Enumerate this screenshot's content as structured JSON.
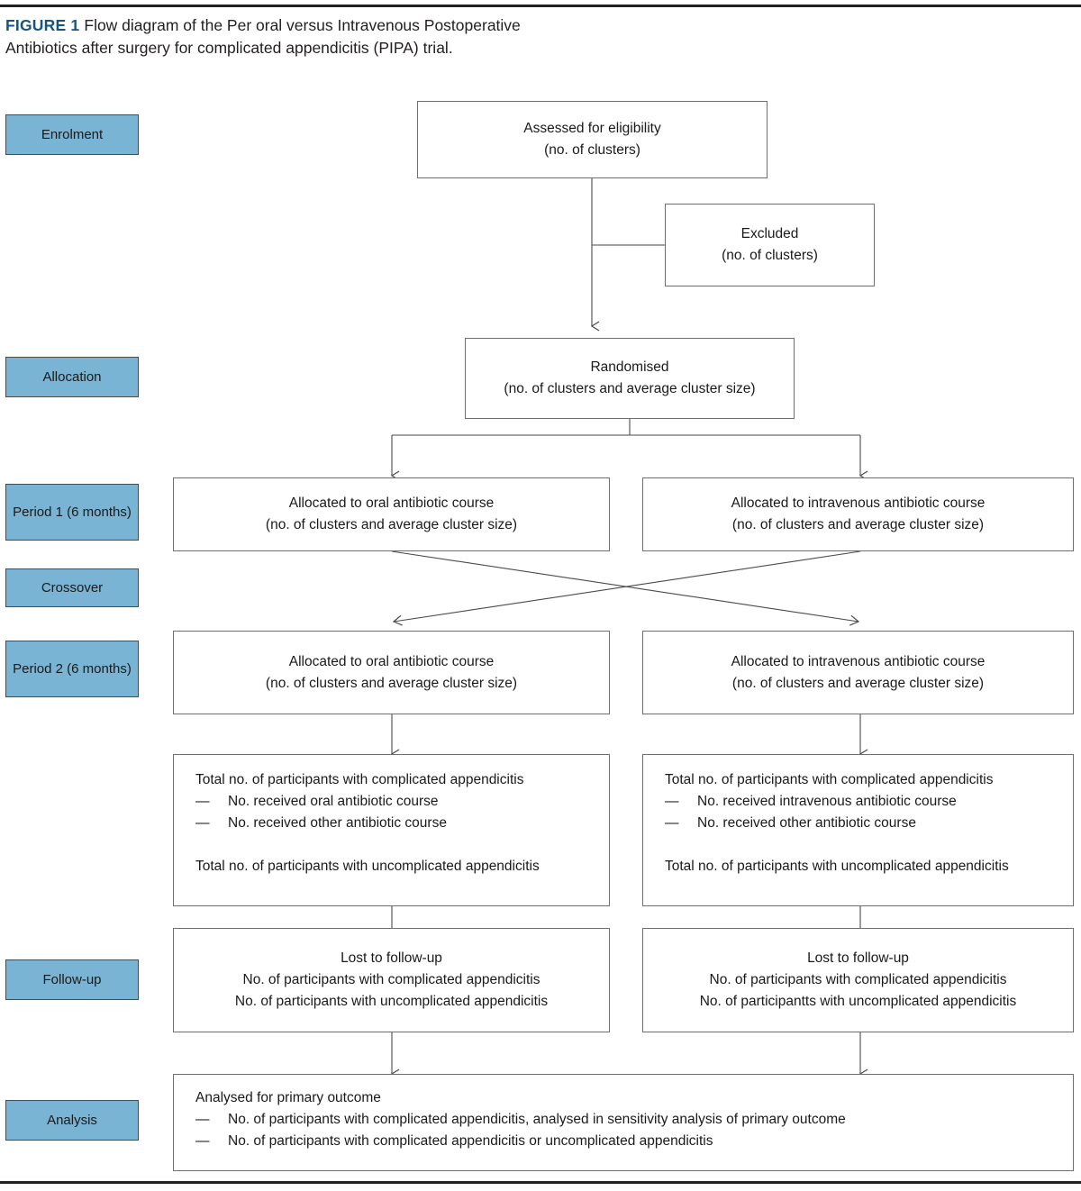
{
  "figure": {
    "label": "FIGURE 1",
    "caption": "Flow diagram of the Per oral versus Intravenous Postoperative Antibiotics after surgery for complicated appendicitis (PIPA) trial."
  },
  "colors": {
    "stage_fill": "#79b4d4",
    "stage_border": "#4a4a4a",
    "box_border": "#6e6e6e",
    "figure_label": "#17547f",
    "rule": "#231f20",
    "text": "#1a1a1a"
  },
  "stages": [
    {
      "id": "enrolment",
      "label": "Enrolment",
      "sublabel": ""
    },
    {
      "id": "allocation",
      "label": "Allocation",
      "sublabel": ""
    },
    {
      "id": "period1",
      "label": "Period 1",
      "sublabel": "(6 months)"
    },
    {
      "id": "crossover",
      "label": "Crossover",
      "sublabel": ""
    },
    {
      "id": "period2",
      "label": "Period 2",
      "sublabel": "(6 months)"
    },
    {
      "id": "followup",
      "label": "Follow-up",
      "sublabel": ""
    },
    {
      "id": "analysis",
      "label": "Analysis",
      "sublabel": ""
    }
  ],
  "boxes": {
    "assessed": {
      "line1": "Assessed for eligibility",
      "line2": "(no. of clusters)"
    },
    "excluded": {
      "line1": "Excluded",
      "line2": "(no. of clusters)"
    },
    "randomised": {
      "line1": "Randomised",
      "line2": "(no. of clusters and average cluster size)"
    },
    "period1_left": {
      "line1": "Allocated to oral antibiotic course",
      "line2": "(no. of clusters and average cluster size)"
    },
    "period1_right": {
      "line1": "Allocated to intravenous antibiotic course",
      "line2": "(no. of clusters and average cluster size)"
    },
    "period2_left": {
      "line1": "Allocated to oral antibiotic course",
      "line2": "(no. of clusters and average cluster size)"
    },
    "period2_right": {
      "line1": "Allocated to intravenous antibiotic course",
      "line2": "(no. of clusters and average cluster size)"
    },
    "totals_left": {
      "heading": "Total no. of participants with complicated appendicitis",
      "bullets": [
        "No. received oral antibiotic course",
        "No. received other antibiotic course"
      ],
      "footer": "Total no. of participants with uncomplicated appendicitis"
    },
    "totals_right": {
      "heading": "Total no. of participants with complicated appendicitis",
      "bullets": [
        "No. received intravenous antibiotic course",
        "No. received other antibiotic course"
      ],
      "footer": "Total no. of participants with uncomplicated appendicitis"
    },
    "lost_left": {
      "line1": "Lost to follow-up",
      "line2": "No. of participants with complicated appendicitis",
      "line3": "No. of participants with uncomplicated appendicitis"
    },
    "lost_right": {
      "line1": "Lost to follow-up",
      "line2": "No. of participants with complicated appendicitis",
      "line3": "No. of participantts with uncomplicated appendicitis"
    },
    "analysed": {
      "heading": "Analysed for primary outcome",
      "bullets": [
        "No. of participants with complicated appendicitis, analysed in sensitivity analysis of primary outcome",
        "No. of participants with complicated appendicitis or uncomplicated appendicitis"
      ]
    }
  },
  "bullet_marker": "—"
}
